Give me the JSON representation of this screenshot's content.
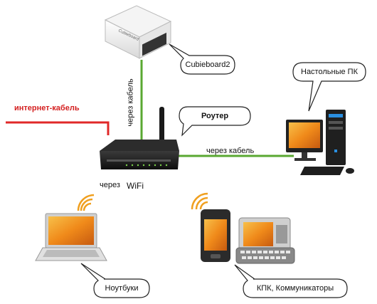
{
  "labels": {
    "internet_cable": "интернет-кабель",
    "via_cable_vertical": "через кабель",
    "via_cable_horizontal": "через кабель",
    "via_wifi_prefix": "через",
    "via_wifi_word": "WiFi"
  },
  "callouts": {
    "cubieboard": "Cubieboard2",
    "router": "Роутер",
    "desktop": "Настольные ПК",
    "laptops": "Ноутбуки",
    "pda": "КПК, Коммуникаторы"
  },
  "colors": {
    "internet_cable": "#e02828",
    "lan_cable": "#5aa832",
    "wifi_waves": "#f0a020",
    "screen": "#f08a1a"
  }
}
